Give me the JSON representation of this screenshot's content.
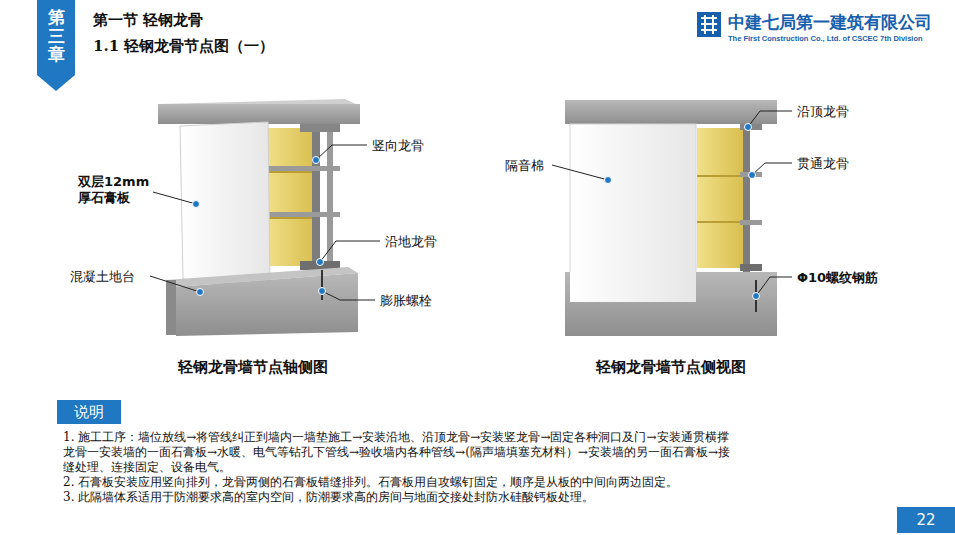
{
  "diagram": {
    "title": "第一节 轻钢龙骨",
    "nodes": [
      {
        "text": [
          "第三章"
        ]
      },
      {
        "text": [
          "说明"
        ]
      },
      {
        "text": [
          "22"
        ]
      }
    ],
    "labels": [
      "1.1 轻钢龙骨节点图（一）",
      "中建七局第一建筑有限公司",
      "The First Construction Co., Ltd. of CSCEC 7th Division",
      "竖向龙骨",
      "双层12mm 厚石膏板",
      "沿地龙骨",
      "混凝土地台",
      "膨胀螺栓",
      "沿顶龙骨",
      "隔音棉",
      "贯通龙骨",
      "Φ10螺纹钢筋",
      "轻钢龙骨墙节点轴侧图",
      "轻钢龙骨墙节点侧视图",
      "1. 施工工序：墙位放线→将管线纠正到墙内一墙垫施工→安装沿地、沿顶龙骨→安装竖龙骨→固定各种洞口及门→安装通贯横撑龙骨一安装墙的一面石膏板→水暖、电气等钻孔下管线→验收墙内各种管线→(隔声墙填塞充材料）→安装墙的另一面石膏板→接缝处理、连接固定、设备电气。",
      "2. 石膏板安装应用竖向排列，龙骨两侧的石膏板错缝排列。石膏板用自攻螺钉固定，顺序是从板的中间向两边固定。",
      "3. 此隔墙体系适用于防潮要求高的室内空间，防潮要求高的房间与地面交接处封防水硅酸钙板处理。"
    ]
  }
}
